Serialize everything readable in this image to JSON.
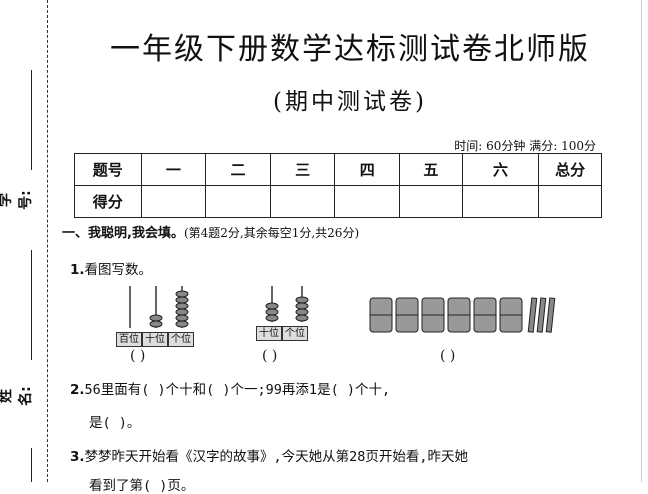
{
  "sidebar": {
    "number_label": "学号:",
    "name_label": "姓名:"
  },
  "header": {
    "title": "一年级下册数学达标测试卷北师版",
    "subtitle": "(期中测试卷)",
    "time_info": "时间: 60分钟  满分: 100分"
  },
  "score_table": {
    "row1": [
      "题号",
      "一",
      "二",
      "三",
      "四",
      "五",
      "六",
      "总分"
    ],
    "row2_label": "得分"
  },
  "section1": {
    "title": "一、我聪明,我会填。",
    "note": "(第4题2分,其余每空1分,共26分)"
  },
  "q1": {
    "num": "1.",
    "text": "看图写数。",
    "abacus1_labels": [
      "百位",
      "十位",
      "个位"
    ],
    "abacus2_labels": [
      "十位",
      "个位"
    ],
    "answer_parens": [
      "(        )",
      "(        )",
      "(        )"
    ]
  },
  "q2": {
    "num": "2.",
    "line1": "56里面有(     )个十和(     )个一;99再添1是(     )个十,",
    "line2": "是(     )。"
  },
  "q3": {
    "num": "3.",
    "line1": "梦梦昨天开始看《汉字的故事》,今天她从第28页开始看,昨天她",
    "line2": "看到了第(     )页。"
  }
}
